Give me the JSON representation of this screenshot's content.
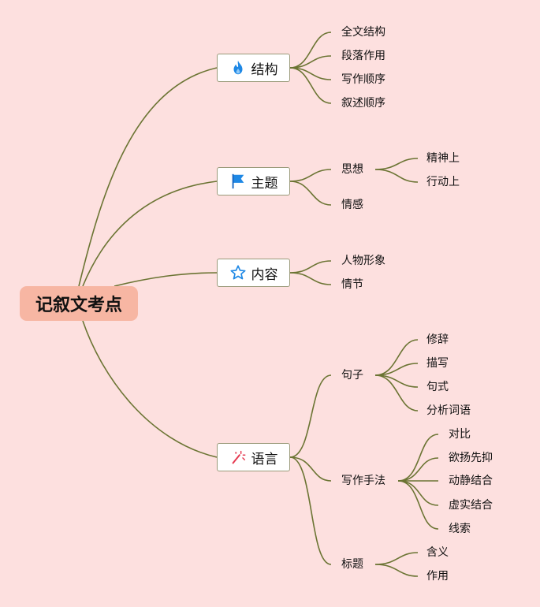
{
  "root": {
    "label": "记叙文考点"
  },
  "branches": {
    "structure": {
      "label": "结构",
      "icon": "flame-icon",
      "children": [
        "全文结构",
        "段落作用",
        "写作顺序",
        "叙述顺序"
      ]
    },
    "theme": {
      "label": "主题",
      "icon": "flag-icon",
      "sixiang": {
        "label": "思想",
        "children": [
          "精神上",
          "行动上"
        ]
      },
      "qinggan": "情感"
    },
    "content": {
      "label": "内容",
      "icon": "star-icon",
      "children": [
        "人物形象",
        "情节"
      ]
    },
    "language": {
      "label": "语言",
      "icon": "magic-wand-icon",
      "juzi": {
        "label": "句子",
        "children": [
          "修辞",
          "描写",
          "句式",
          "分析词语"
        ]
      },
      "shoufa": {
        "label": "写作手法",
        "children": [
          "对比",
          "欲扬先抑",
          "动静结合",
          "虚实结合",
          "线索"
        ]
      },
      "biaoti": {
        "label": "标题",
        "children": [
          "含义",
          "作用"
        ]
      }
    }
  },
  "colors": {
    "background": "#fde0df",
    "root_fill": "#f7b6a3",
    "line": "#6b7433",
    "flame": "#1e88e5",
    "flag": "#1e88e5",
    "star": "#1e88e5",
    "wand": "#e53950"
  }
}
